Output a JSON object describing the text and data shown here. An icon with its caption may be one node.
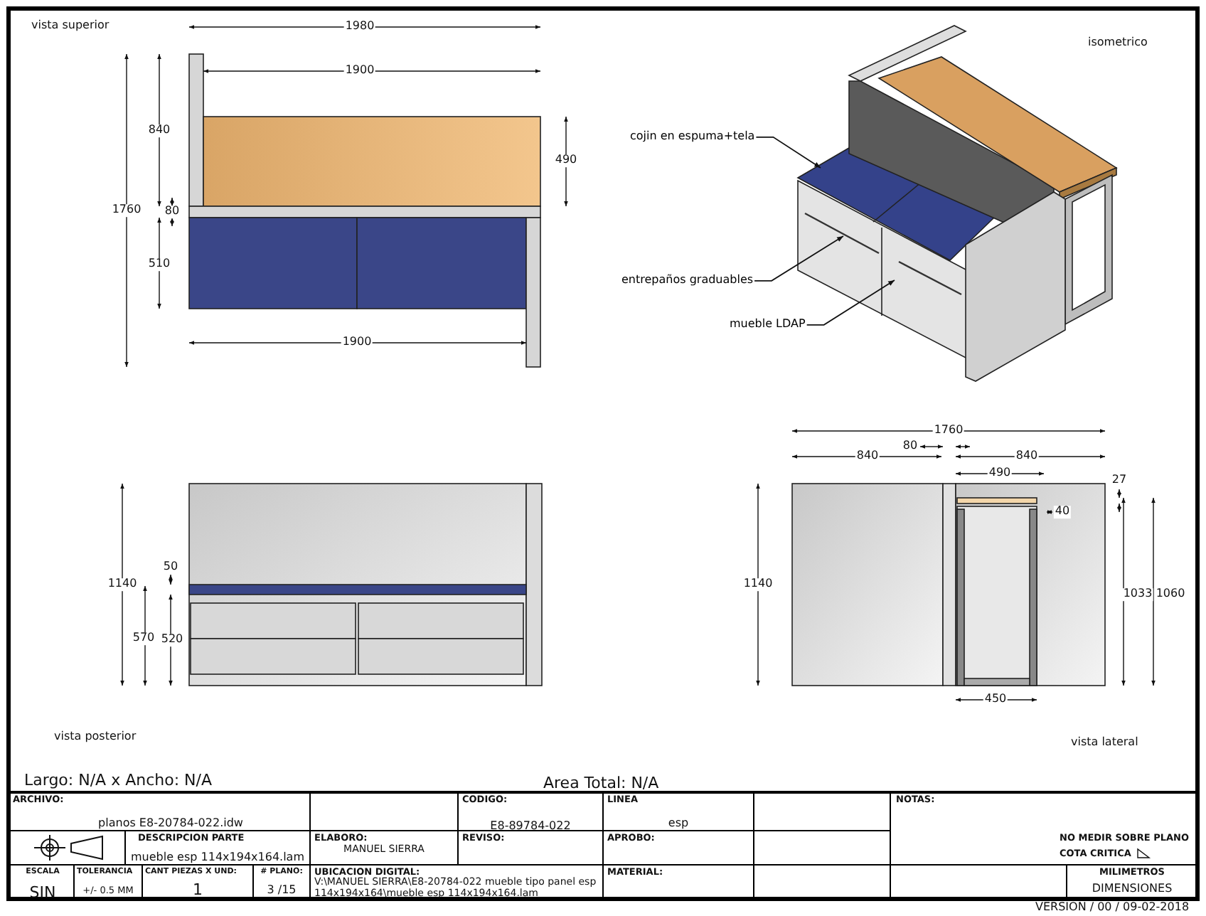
{
  "diagram": {
    "nodes": [
      {
        "text": [
          "cojin en espuma+tela"
        ]
      },
      {
        "text": [],
        "shape": "picture"
      },
      {
        "text": [
          "entrepaños graduables"
        ]
      },
      {
        "text": [],
        "shape": "picture",
        "in": 5
      },
      {
        "text": [
          "mueble LDAP"
        ]
      },
      {
        "text": [],
        "shape": "picture"
      }
    ],
    "edges": [
      {
        "from": 0,
        "to": 1,
        "arrow": "to"
      },
      {
        "from": 2,
        "to": 3,
        "arrow": "to"
      },
      {
        "from": 4,
        "to": 5,
        "arrow": "to"
      }
    ],
    "labels": [
      "vista superior",
      "1980",
      "1900",
      "840",
      "490",
      "1760",
      "80",
      "510",
      "1900",
      "isometrico",
      "1140",
      "50",
      "570",
      "520",
      "vista posterior",
      "1760",
      "840",
      "80",
      "840",
      "490",
      "27",
      "40",
      "1140",
      "1033",
      "1060",
      "450",
      "vista lateral",
      "Largo: N/A x Ancho: N/A",
      "Area Total: N/A",
      "ARCHIVO:",
      "planos E8-20784-022.idw",
      "CODIGO:",
      "E8-89784-022",
      "LINEA",
      "esp",
      "NOTAS:",
      "DESCRIPCION PARTE",
      "mueble esp 114x194x164.lam",
      "ELABORO:",
      "MANUEL SIERRA",
      "REVISO:",
      "APROBO:",
      "NO MEDIR SOBRE PLANO",
      "COTA CRITICA",
      "ESCALA",
      "SIN",
      "TOLERANCIA",
      "+/- 0.5 MM",
      "CANT PIEZAS X UND:",
      "1",
      "# PLANO:",
      "3 /15",
      "UBICACION DIGITAL:",
      "V:\\MANUEL SIERRA\\E8-20784-022 mueble tipo panel esp 114x194x164\\mueble esp 114x194x164.lam",
      "MATERIAL:",
      "MILIMETROS",
      "DIMENSIONES",
      "VERSION / 00 / 09-02-2018"
    ]
  }
}
